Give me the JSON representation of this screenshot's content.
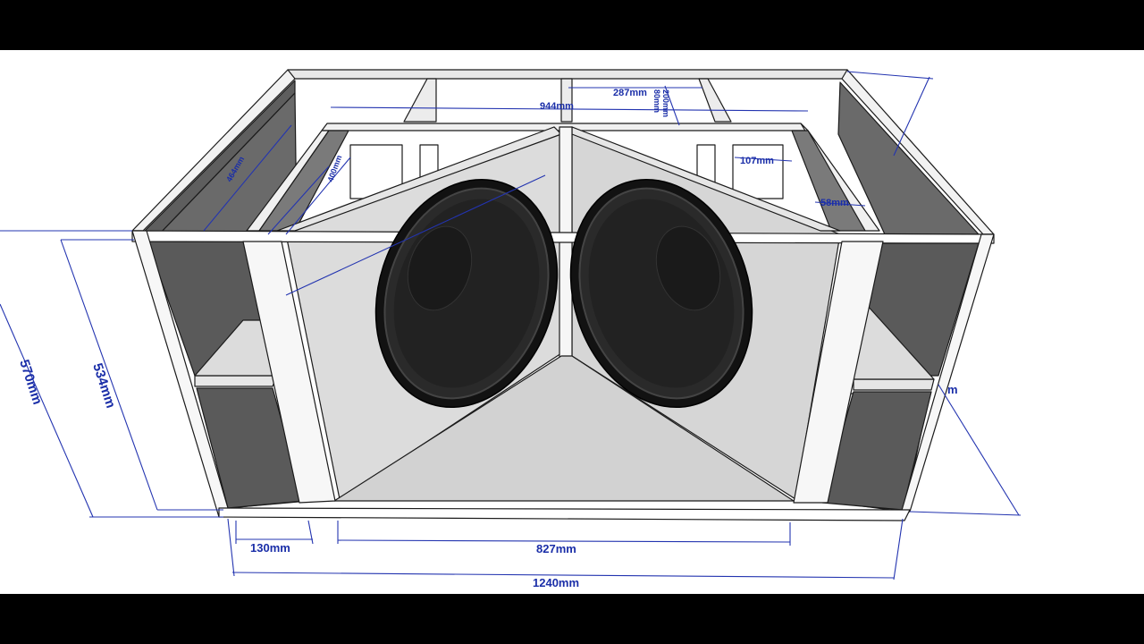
{
  "colors": {
    "letterbox": "#000000",
    "background": "#ffffff",
    "panel_edge": "#f4f4f4",
    "panel_outline": "#1b1b1b",
    "interior_dark": "#5e5e5e",
    "interior_mid": "#8a8a8a",
    "horn_panel": "#d9d9d9",
    "floor": "#d2d2d2",
    "driver_surround": "#1a1a1a",
    "driver_cone": "#262626",
    "dimension_line": "#2334b0"
  },
  "dimensions": {
    "overall_height": "570mm",
    "inner_height": "534mm",
    "side_chamber_width": "130mm",
    "horn_mouth_width": "827mm",
    "overall_width": "1240mm",
    "horn_top_width": "944mm",
    "rear_port_width": "287mm",
    "rear_depth_a": "80mm",
    "rear_depth_b": "200mm",
    "rear_side_gap": "107mm",
    "side_offset": "58mm",
    "side_depth_left": "464mm",
    "inner_depth_left": "400mm",
    "right_depth_partial": "m"
  },
  "drivers": [
    {
      "name": "left-woofer"
    },
    {
      "name": "right-woofer"
    }
  ]
}
